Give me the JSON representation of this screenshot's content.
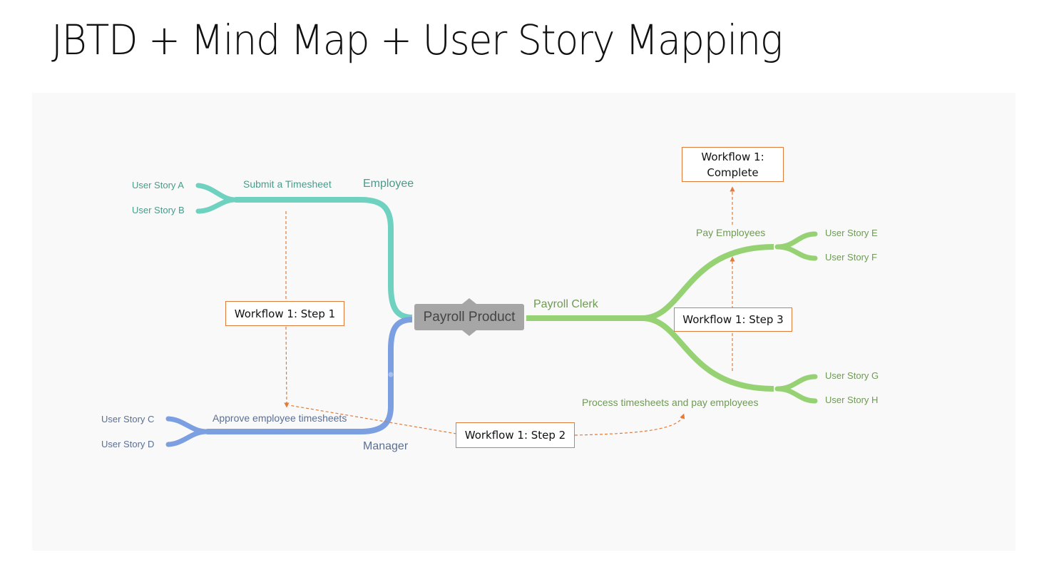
{
  "slide": {
    "title": "JBTD + Mind Map + User Story Mapping"
  },
  "mindmap": {
    "center": {
      "label": "Payroll Product",
      "color": "#a6a6a6"
    },
    "branches": [
      {
        "persona": "Employee",
        "color": "#6fd1bf",
        "label_color": "#4a9b8a",
        "activity": "Submit a Timesheet",
        "stories": [
          "User Story A",
          "User Story B"
        ]
      },
      {
        "persona": "Manager",
        "color": "#7b9fe0",
        "label_color": "#5b6f95",
        "activity": "Approve employee timesheets",
        "stories": [
          "User Story C",
          "User Story D"
        ]
      },
      {
        "persona": "Payroll Clerk",
        "color": "#96d274",
        "label_color": "#6f9a55",
        "activities": [
          {
            "label": "Pay Employees",
            "stories": [
              "User Story E",
              "User Story F"
            ]
          },
          {
            "label": "Process timesheets and pay employees",
            "stories": [
              "User Story G",
              "User Story H"
            ]
          }
        ]
      }
    ],
    "workflow": {
      "color": "#e07b39",
      "steps": [
        {
          "label": "Workflow 1: Step 1"
        },
        {
          "label": "Workflow 1: Step 2"
        },
        {
          "label": "Workflow 1: Step 3"
        },
        {
          "label_line1": "Workflow 1:",
          "label_line2": "Complete"
        }
      ]
    }
  }
}
